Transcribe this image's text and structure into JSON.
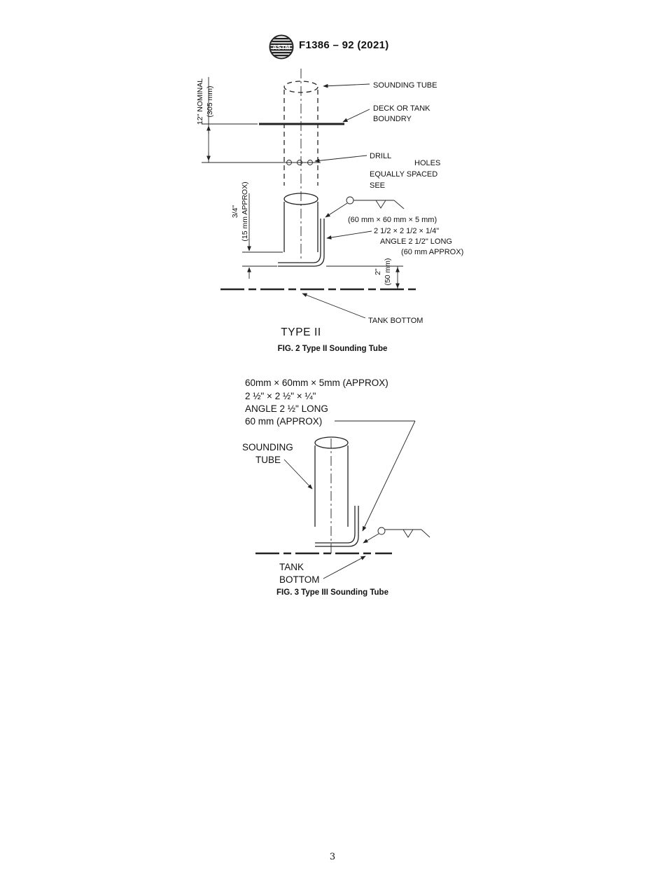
{
  "header": {
    "logo_text": "ASTM",
    "title": "F1386 – 92 (2021)"
  },
  "fig2": {
    "labels": {
      "sounding_tube": "SOUNDING TUBE",
      "deck_line1": "DECK OR TANK",
      "deck_line2": "BOUNDRY",
      "dim12_a": "12\" NOMINAL",
      "dim12_b": "(305 mm)",
      "drill": "DRILL",
      "holes": "HOLES",
      "equally_spaced": "EQUALLY SPACED",
      "see": "SEE",
      "plate_note": "(60 mm × 60 mm × 5 mm)",
      "angle_1": "2 1/2 × 2 1/2 × 1/4\"",
      "angle_2": "ANGLE 2 1/2\" LONG",
      "angle_3": "(60 mm APPROX)",
      "dim34_a": "3/4\"",
      "dim34_b": "(15 mm APPROX)",
      "dim2_a": "2\"",
      "dim2_b": "(50 mm)",
      "tank_bottom": "TANK BOTTOM"
    },
    "type_label": "TYPE II",
    "caption": "FIG. 2  Type II Sounding Tube"
  },
  "fig3": {
    "notes": [
      "60mm × 60mm × 5mm (APPROX)",
      "2 ½\" × 2 ½\" × ¼\"",
      "ANGLE 2 ½\" LONG",
      "60 mm (APPROX)"
    ],
    "labels": {
      "sounding_1": "SOUNDING",
      "sounding_2": "TUBE",
      "tank_1": "TANK",
      "tank_2": "BOTTOM"
    },
    "caption": "FIG. 3  Type III Sounding Tube"
  },
  "footer": {
    "page_number": "3"
  }
}
